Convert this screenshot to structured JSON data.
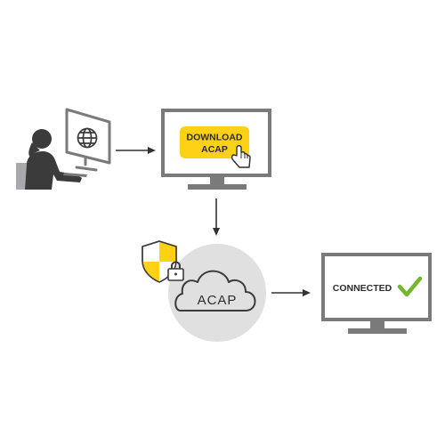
{
  "steps": {
    "download": {
      "button_line1": "DOWNLOAD",
      "button_line2": "ACAP"
    },
    "cloud": {
      "label": "ACAP"
    },
    "result": {
      "status": "CONNECTED"
    }
  },
  "icons": {
    "user": "person-at-computer-icon",
    "globe": "globe-icon",
    "cursor": "hand-pointer-icon",
    "security": "shield-lock-icon",
    "cloud": "cloud-icon",
    "check": "checkmark-icon",
    "arrow": "arrow-icon"
  },
  "colors": {
    "accent_yellow": "#fcd116",
    "check_green": "#74b62e",
    "monitor_gray": "#7a7a7a",
    "cloud_circle": "#e0e0e0",
    "text_dark": "#2d2d2d"
  }
}
